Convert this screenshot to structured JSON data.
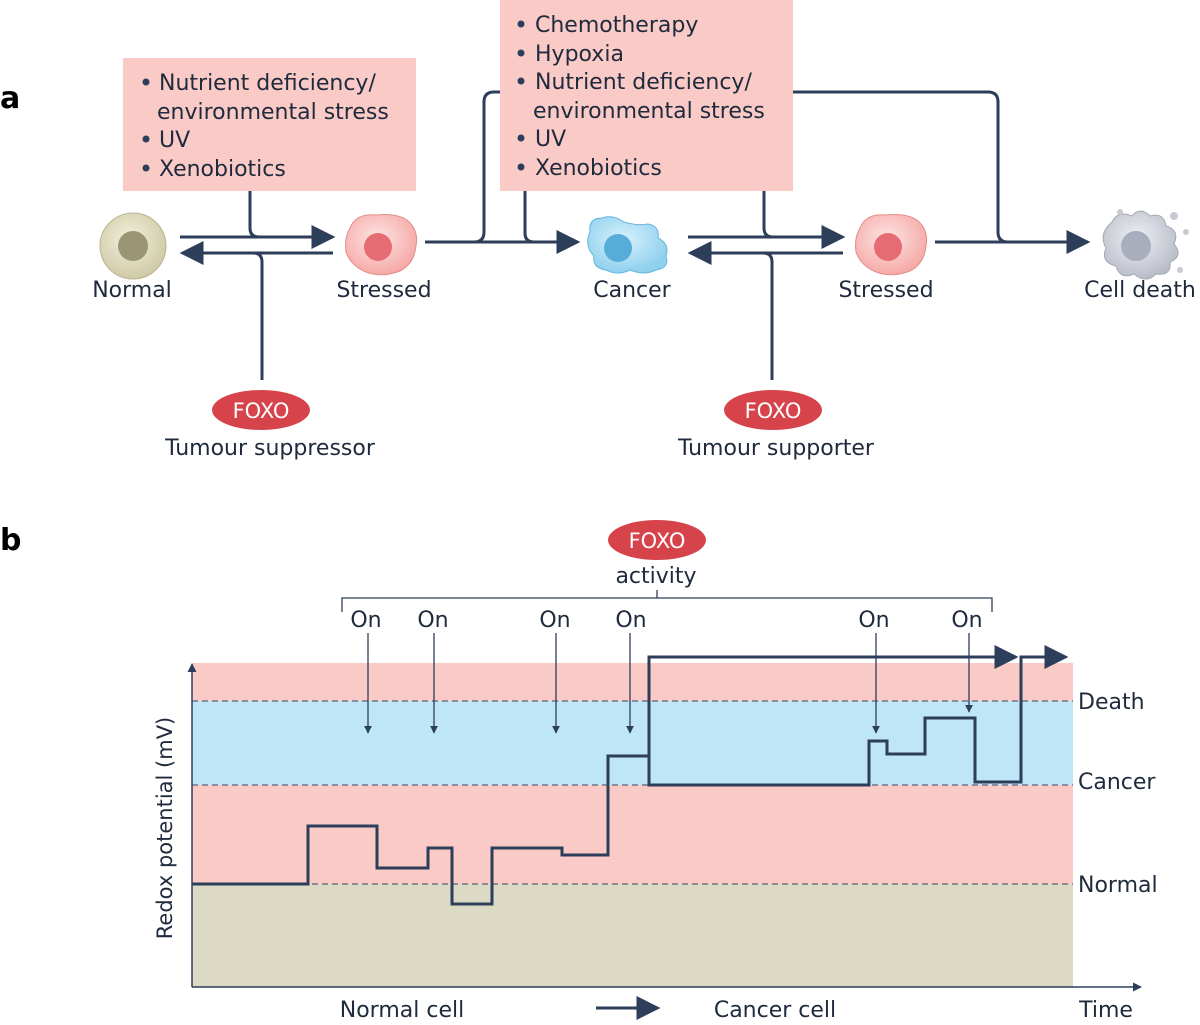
{
  "panel_a": {
    "letter": "a",
    "stress_box_1": [
      "Nutrient deficiency/",
      "environmental stress",
      "UV",
      "Xenobiotics"
    ],
    "stress_box_1_bullets": [
      true,
      false,
      true,
      true
    ],
    "stress_box_2": [
      "Chemotherapy",
      "Hypoxia",
      "Nutrient deficiency/",
      "environmental stress",
      "UV",
      "Xenobiotics"
    ],
    "stress_box_2_bullets": [
      true,
      true,
      true,
      false,
      true,
      true
    ],
    "cells": {
      "normal": "Normal",
      "stressed_1": "Stressed",
      "cancer": "Cancer",
      "stressed_2": "Stressed",
      "cell_death": "Cell death"
    },
    "foxo_left": {
      "badge": "FOXO",
      "caption": "Tumour suppressor"
    },
    "foxo_right": {
      "badge": "FOXO",
      "caption": "Tumour supporter"
    }
  },
  "panel_b": {
    "letter": "b",
    "foxo_badge": "FOXO",
    "foxo_caption": "activity",
    "on_label": "On",
    "zones": {
      "death": "Death",
      "cancer": "Cancer",
      "normal": "Normal"
    },
    "ylabel": "Redox potential (mV)",
    "xlabel": "Time",
    "normal_cell": "Normal cell",
    "cancer_cell": "Cancer cell"
  },
  "colors": {
    "line": "#2d3e5a",
    "pink_box": "#f9cac6",
    "blue_zone": "#bfe6f7",
    "normal_zone": "#dcd9c4",
    "foxo_red": "#d7434a"
  }
}
